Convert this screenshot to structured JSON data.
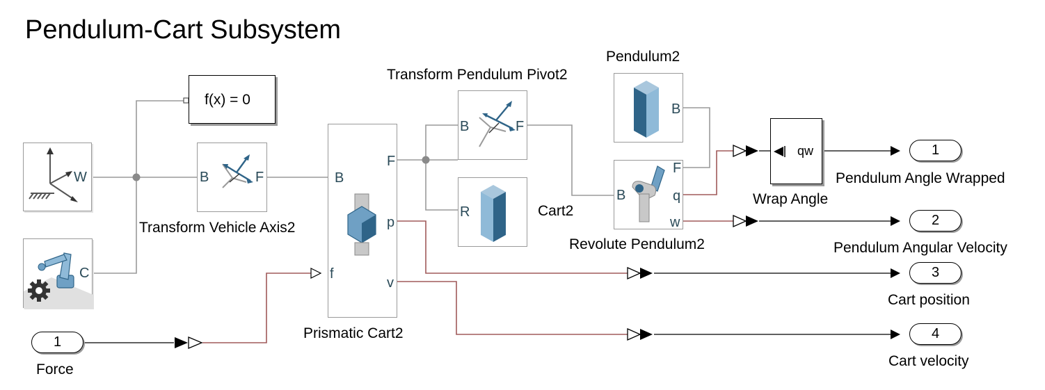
{
  "title": "Pendulum-Cart Subsystem",
  "blocks": {
    "world_frame": {
      "port_w": "W"
    },
    "mechanism_config": {
      "port_c": "C"
    },
    "constraint": {
      "text": "f(x) = 0"
    },
    "transform_vehicle": {
      "label": "Transform Vehicle Axis2",
      "port_b": "B",
      "port_f": "F"
    },
    "prismatic": {
      "label": "Prismatic Cart2",
      "port_b": "B",
      "port_f": "F",
      "port_p": "p",
      "port_v": "v",
      "port_force": "f"
    },
    "transform_pivot": {
      "label": "Transform Pendulum Pivot2",
      "port_b": "B",
      "port_f": "F"
    },
    "cart": {
      "label": "Cart2",
      "port_r": "R"
    },
    "pendulum": {
      "label": "Pendulum2",
      "port_b": "B"
    },
    "revolute": {
      "label": "Revolute Pendulum2",
      "port_b": "B",
      "port_f": "F",
      "port_q": "q",
      "port_w": "w"
    },
    "wrap_angle": {
      "label": "Wrap Angle",
      "port_out": "qw"
    }
  },
  "inports": [
    {
      "number": "1",
      "label": "Force"
    }
  ],
  "outports": [
    {
      "number": "1",
      "label": "Pendulum Angle Wrapped"
    },
    {
      "number": "2",
      "label": "Pendulum Angular Velocity"
    },
    {
      "number": "3",
      "label": "Cart position"
    },
    {
      "number": "4",
      "label": "Cart velocity"
    }
  ],
  "colors": {
    "physical_line": "#9a9a9a",
    "ps_signal_line": "#a05a5a",
    "signal_line": "#000000",
    "block_blue": "#6fa0c4",
    "block_blue_dark": "#2f6488",
    "port_text": "#2a4a58"
  }
}
